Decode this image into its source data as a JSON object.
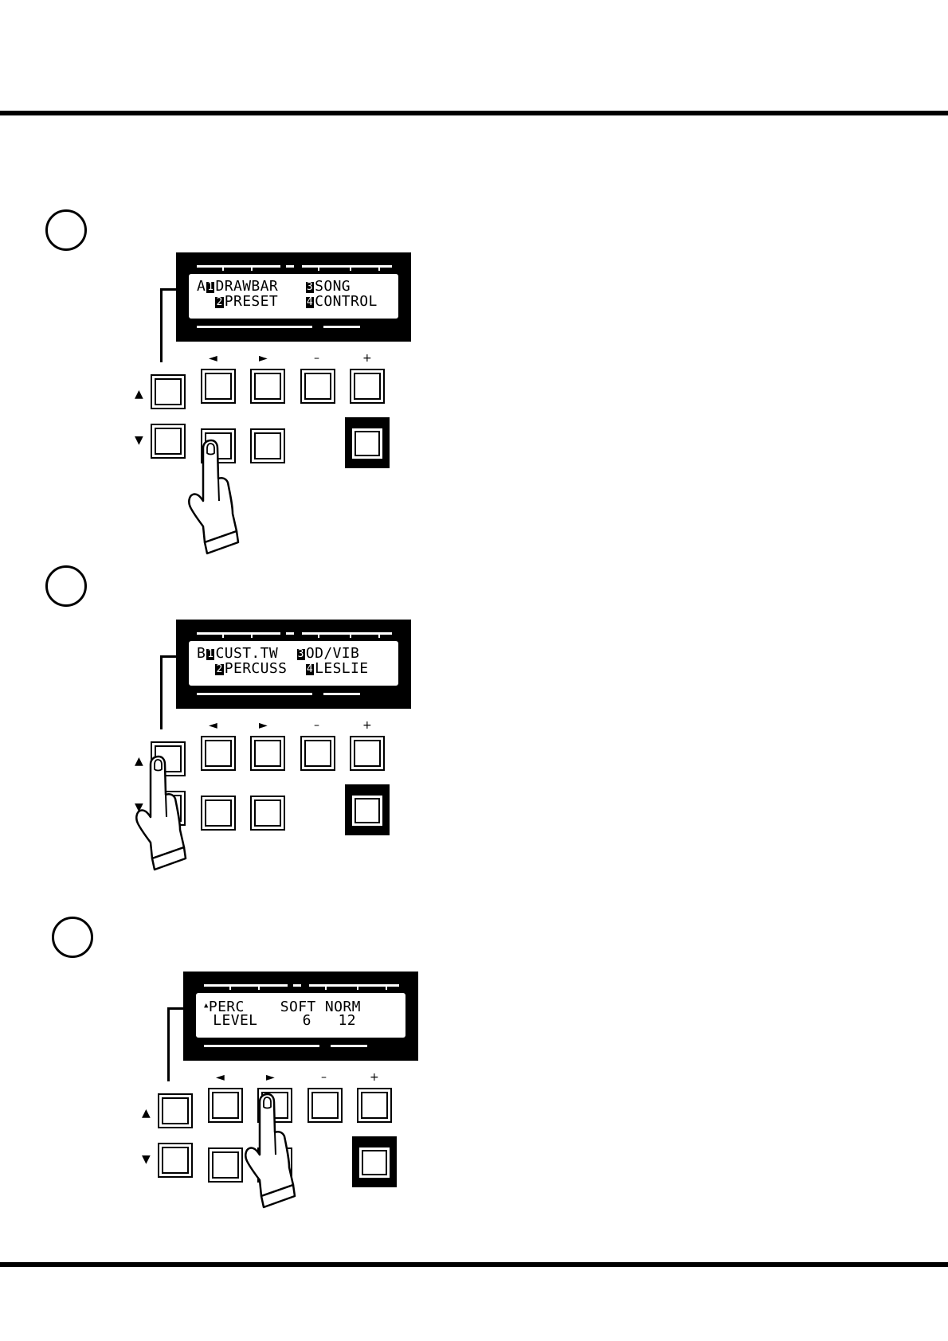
{
  "steps": [
    {
      "lcd": {
        "line1_prefix": "A",
        "line1_key1": "1",
        "line1_item1": "DRAWBAR   ",
        "line1_key2": "3",
        "line1_item2": "SONG",
        "line2_pad": "  ",
        "line2_key1": "2",
        "line2_item1": "PRESET   ",
        "line2_key2": "4",
        "line2_item2": "CONTROL"
      }
    },
    {
      "lcd": {
        "line1_prefix": "B",
        "line1_key1": "1",
        "line1_item1": "CUST.TW  ",
        "line1_key2": "3",
        "line1_item2": "OD/VIB",
        "line2_pad": "  ",
        "line2_key1": "2",
        "line2_item1": "PERCUSS  ",
        "line2_key2": "4",
        "line2_item2": "LESLIE"
      }
    },
    {
      "lcd": {
        "line1_text": "PERC    SOFT NORM",
        "line2_text": " LEVEL     6   12"
      }
    }
  ],
  "button_labels": {
    "left": "◄",
    "right": "►",
    "minus": "–",
    "plus": "+",
    "up": "▲",
    "down": "▼",
    "cursor_up_mark": "▲"
  }
}
